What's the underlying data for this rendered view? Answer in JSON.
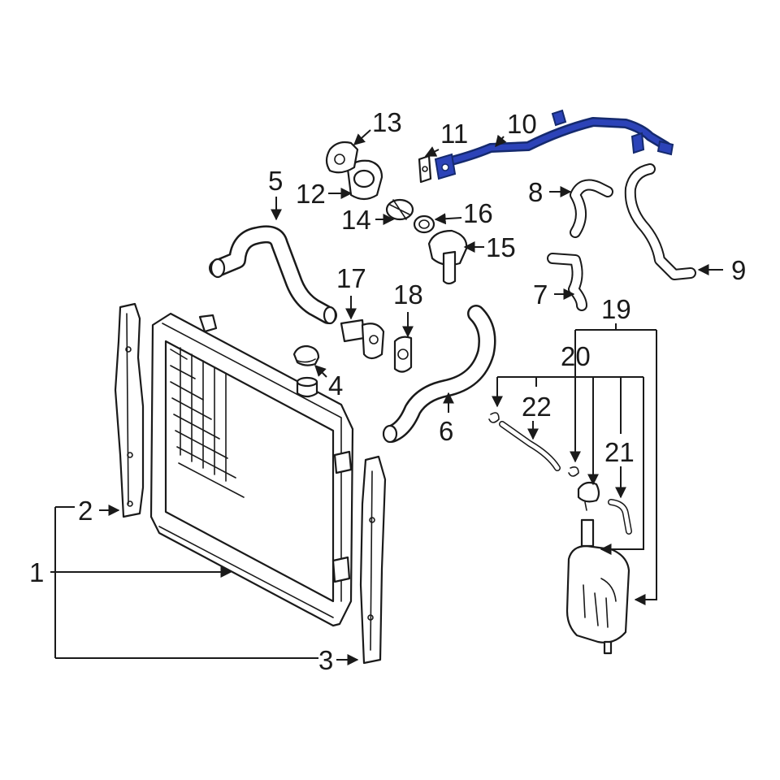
{
  "labels": {
    "p1": "1",
    "p2": "2",
    "p3": "3",
    "p4": "4",
    "p5": "5",
    "p6": "6",
    "p7": "7",
    "p8": "8",
    "p9": "9",
    "p10": "10",
    "p11": "11",
    "p12": "12",
    "p13": "13",
    "p14": "14",
    "p15": "15",
    "p16": "16",
    "p17": "17",
    "p18": "18",
    "p19": "19",
    "p20": "20",
    "p21": "21",
    "p22": "22"
  },
  "colors": {
    "line": "#1a1a1a",
    "highlight_fill": "#2c43b8",
    "highlight_stroke": "#152a6e",
    "background": "#ffffff"
  }
}
